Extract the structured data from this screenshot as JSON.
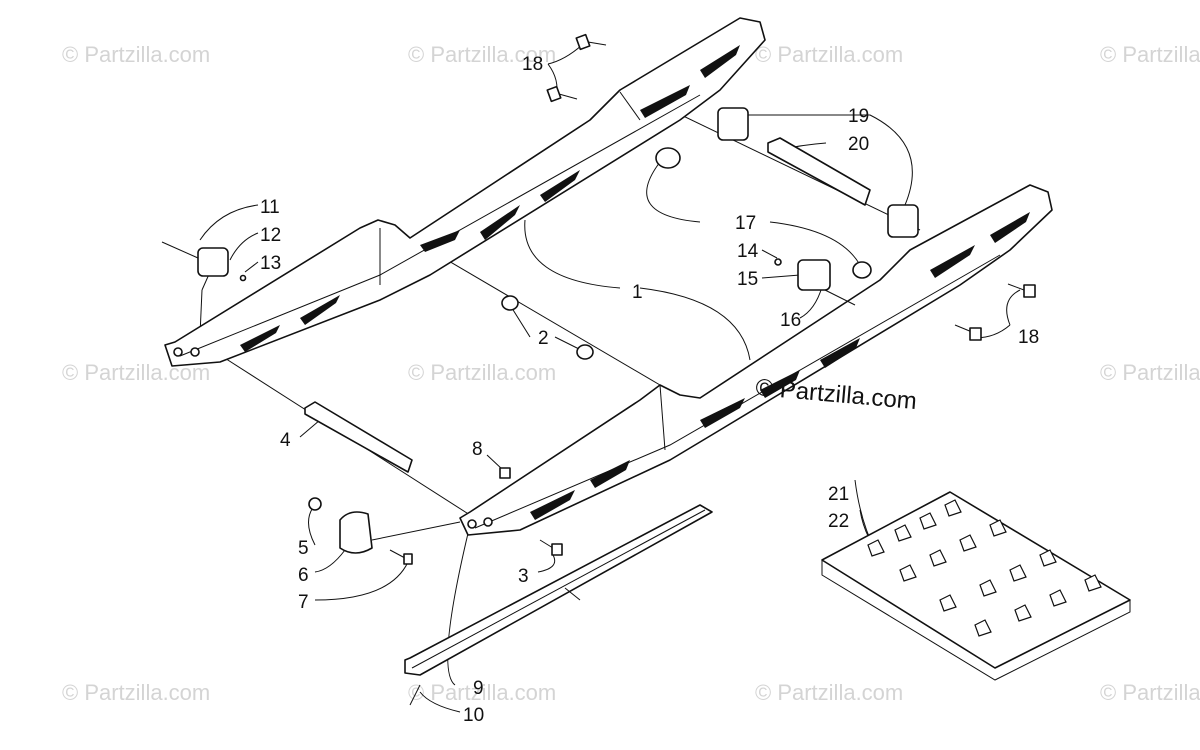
{
  "watermark": {
    "text": "© Partzilla.com",
    "main_text": "© Partzilla.com",
    "color": "#d4d4d4"
  },
  "callouts": [
    "1",
    "2",
    "3",
    "4",
    "5",
    "6",
    "7",
    "8",
    "9",
    "10",
    "11",
    "12",
    "13",
    "14",
    "15",
    "16",
    "17",
    "18",
    "19",
    "20",
    "21",
    "22"
  ],
  "callout_labels": {
    "c1": "1",
    "c2": "2",
    "c3": "3",
    "c4": "4",
    "c5": "5",
    "c6": "6",
    "c7": "7",
    "c8": "8",
    "c9": "9",
    "c10": "10",
    "c11": "11",
    "c12": "12",
    "c13": "13",
    "c14": "14",
    "c15": "15",
    "c16": "16",
    "c17": "17",
    "c18a": "18",
    "c18b": "18",
    "c19": "19",
    "c20": "20",
    "c21": "21",
    "c22": "22"
  }
}
